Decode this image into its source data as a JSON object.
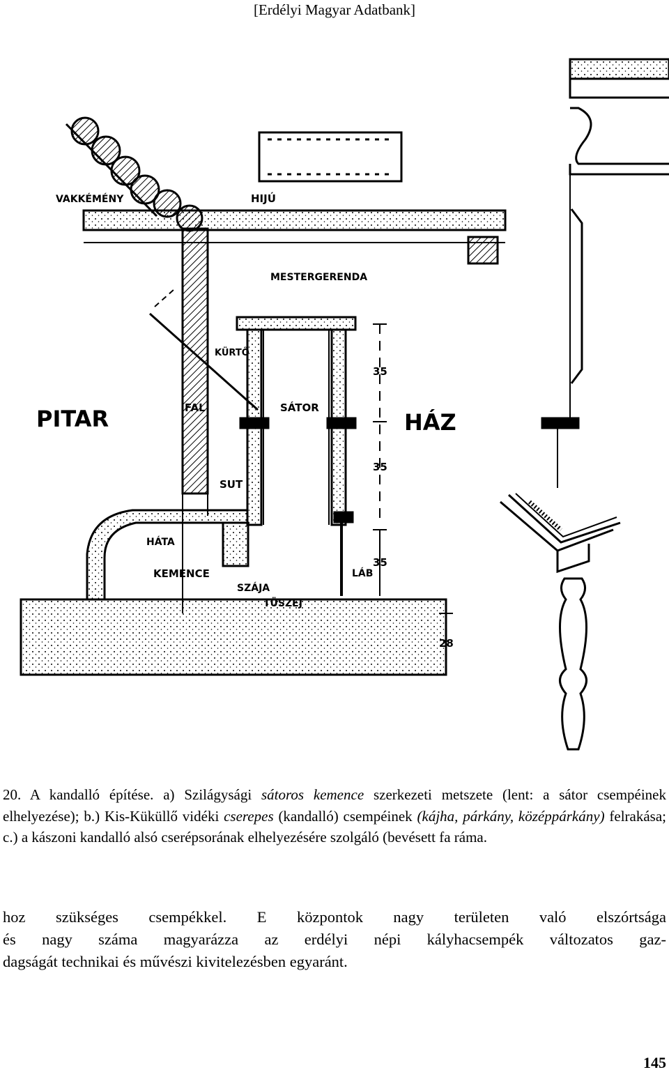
{
  "header": {
    "source": "[Erdélyi Magyar Adatbank]"
  },
  "figure": {
    "labels": {
      "vakkemeny": "VAKKÉMÉNY",
      "hiju": "HIJÚ",
      "mestergerenda": "MESTERGERENDA",
      "kurto": "KÜRTŐ",
      "fal": "FAL",
      "sator": "SÁTOR",
      "pitar": "PITAR",
      "haz": "HÁZ",
      "sut": "SUT",
      "hata": "HÁTA",
      "kemence": "KEMENCE",
      "szaja": "SZÁJA",
      "tuszej": "TÜSZEJ",
      "lab": "LÁB",
      "dim1": "35",
      "dim2": "35",
      "dim3": "35",
      "dim4": "28"
    }
  },
  "caption": {
    "parts": [
      "20. A kandalló építése. a) Szilágysági ",
      "sátoros kemence",
      " szerkezeti metszete (lent: a sátor csempéinek elhelyezése); b.) Kis-Küküllő vidéki ",
      "cserepes",
      " (kandalló) csempéinek ",
      "(kájha, párkány, középpárkány)",
      " felrakása; c.) a kászoni kandalló alsó cserépsorának elhelyezésére szolgáló (bevésett fa ráma."
    ]
  },
  "body_text": {
    "lines": [
      "hoz szükséges csempékkel. E központok nagy területen való elszórtsága",
      "és nagy száma magyarázza az erdélyi népi kályhacsempék változatos gaz-",
      "dagságát technikai és művészi kivitelezésben egyaránt."
    ]
  },
  "page_number": "145"
}
